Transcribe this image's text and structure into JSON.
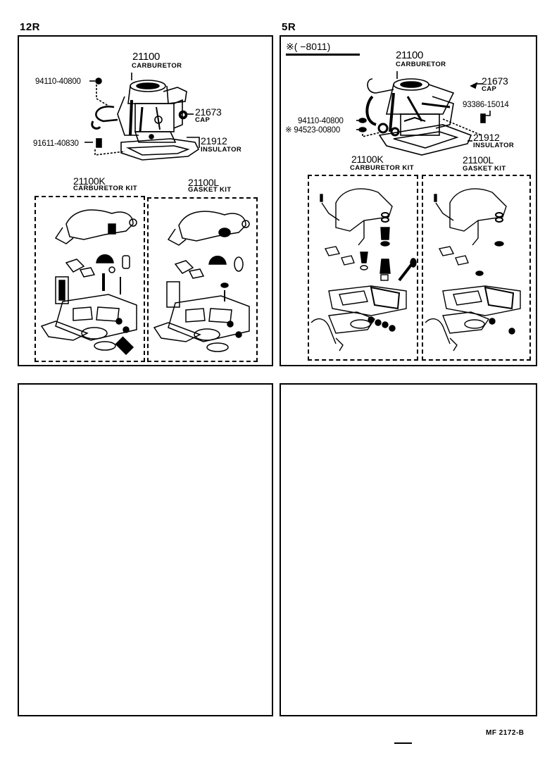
{
  "document": {
    "footer_code": "MF  2172-B"
  },
  "panels": [
    {
      "section": "12R",
      "carburetor": {
        "number": "21100",
        "name": "CARBURETOR"
      },
      "cap": {
        "number": "21673",
        "name": "CAP"
      },
      "insulator": {
        "number": "21912",
        "name": "INSULATOR"
      },
      "parts": [
        "94110-40800",
        "91611-40830"
      ],
      "kits": [
        {
          "number": "21100K",
          "name": "CARBURETOR KIT"
        },
        {
          "number": "21100L",
          "name": "GASKET KIT"
        }
      ]
    },
    {
      "section": "5R",
      "note": "※(      −8011)",
      "carburetor": {
        "number": "21100",
        "name": "CARBURETOR"
      },
      "cap": {
        "number": "21673",
        "name": "CAP"
      },
      "insulator": {
        "number": "21912",
        "name": "INSULATOR"
      },
      "parts": [
        "94110-40800",
        "※ 94523-00800",
        "93386-15014"
      ],
      "kits": [
        {
          "number": "21100K",
          "name": "CARBURETOR KIT"
        },
        {
          "number": "21100L",
          "name": "GASKET KIT"
        }
      ]
    }
  ]
}
